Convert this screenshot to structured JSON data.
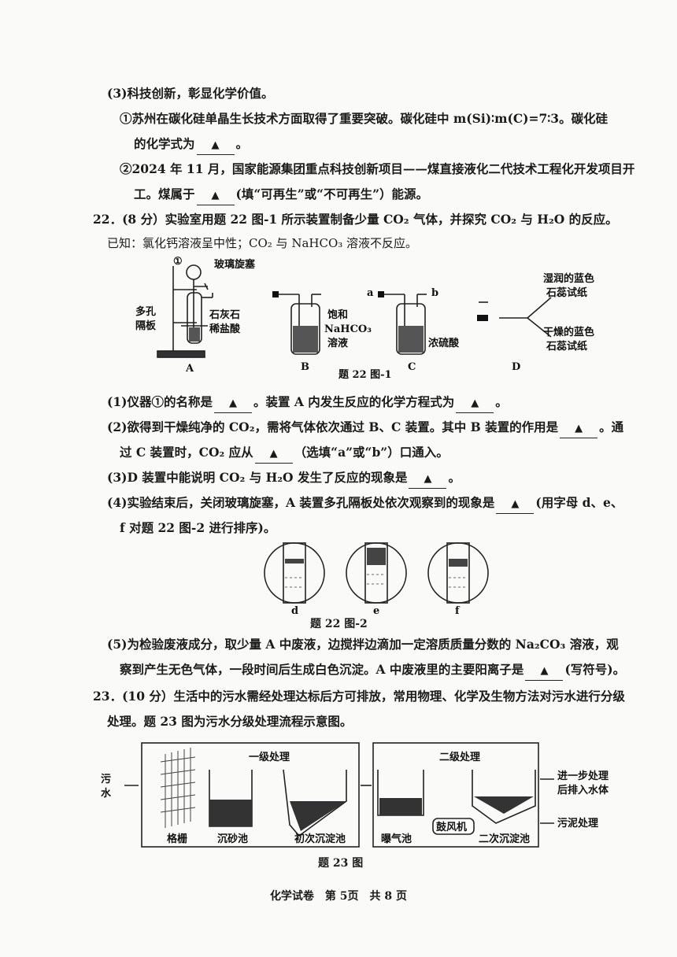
{
  "q21_3": {
    "heading": "(3)科技创新，彰显化学价值。",
    "p1_a": "①苏州在碳化硅单晶生长技术方面取得了重要突破。碳化硅中 m(Si)∶m(C)=7∶3。碳化硅",
    "p1_b_pre": "的化学式为",
    "p1_b_post": "。",
    "p2_a": "②2024 年 11 月，国家能源集团重点科技创新项目——煤直接液化二代技术工程化开发项目开",
    "p2_b_pre": "工。煤属于",
    "p2_b_post": "(填“可再生”或“不可再生”）能源。"
  },
  "blank_mark": "▲",
  "q22": {
    "stem": "22．(8 分）实验室用题 22 图-1 所示装置制备少量 CO₂ 气体，并探究 CO₂ 与 H₂O 的反应。",
    "known": "已知：氯化钙溶液呈中性；CO₂ 与 NaHCO₃ 溶液不反应。",
    "fig1": {
      "label_circle": "①",
      "label_stopcock": "玻璃旋塞",
      "label_porous1": "多孔",
      "label_porous2": "隔板",
      "label_limestone": "石灰石",
      "label_acid": "稀盐酸",
      "label_A": "A",
      "label_nahco3_1": "饱和",
      "label_nahco3_2": "NaHCO₃",
      "label_nahco3_3": "溶液",
      "label_B": "B",
      "label_a": "a",
      "label_b": "b",
      "label_h2so4": "浓硫酸",
      "label_C": "C",
      "label_wet1": "湿润的蓝色",
      "label_wet2": "石蕊试纸",
      "label_dry1": "干燥的蓝色",
      "label_dry2": "石蕊试纸",
      "label_D": "D",
      "caption": "题 22 图-1"
    },
    "p1_pre": "(1)仪器①的名称是",
    "p1_mid": "。装置 A 内发生反应的化学方程式为",
    "p1_post": "。",
    "p2_a_pre": "(2)欲得到干燥纯净的 CO₂，需将气体依次通过 B、C 装置。其中 B 装置的作用是",
    "p2_a_post": "。通",
    "p2_b_pre": "过 C 装置时，CO₂ 应从",
    "p2_b_post": "（选填“a”或“b”）口通入。",
    "p3_pre": "(3)D 装置中能说明 CO₂ 与 H₂O 发生了反应的现象是",
    "p3_post": "。",
    "p4_a_pre": "(4)实验结束后，关闭玻璃旋塞，A 装置多孔隔板处依次观察到的现象是",
    "p4_a_post": "(用字母 d、e、",
    "p4_b": "f 对题 22 图-2 进行排序)。",
    "fig2": {
      "label_d": "d",
      "label_e": "e",
      "label_f": "f",
      "caption": "题 22 图-2"
    },
    "p5_a": "(5)为检验废液成分，取少量 A 中废液，边搅拌边滴加一定溶质质量分数的 Na₂CO₃ 溶液，观",
    "p5_b_pre": "察到产生无色气体，一段时间后生成白色沉淀。A 中废液里的主要阳离子是",
    "p5_b_post": "(写符号)。"
  },
  "q23": {
    "stem_a": "23．(10 分）生活中的污水需经处理达标后方可排放，常用物理、化学及生物方法对污水进行分级",
    "stem_b": "处理。题 23 图为污水分级处理流程示意图。",
    "fig": {
      "sewage1": "污",
      "sewage2": "水",
      "primary": "一级处理",
      "secondary": "二级处理",
      "grille": "格栅",
      "grit": "沉砂池",
      "first_settle": "初次沉淀池",
      "aeration": "曝气池",
      "blower": "鼓风机",
      "second_settle": "二次沉淀池",
      "further1": "进一步处理",
      "further2": "后排入水体",
      "sludge": "污泥处理",
      "caption": "题 23 图"
    }
  },
  "footer": "化学试卷　第 5页　共 8 页"
}
